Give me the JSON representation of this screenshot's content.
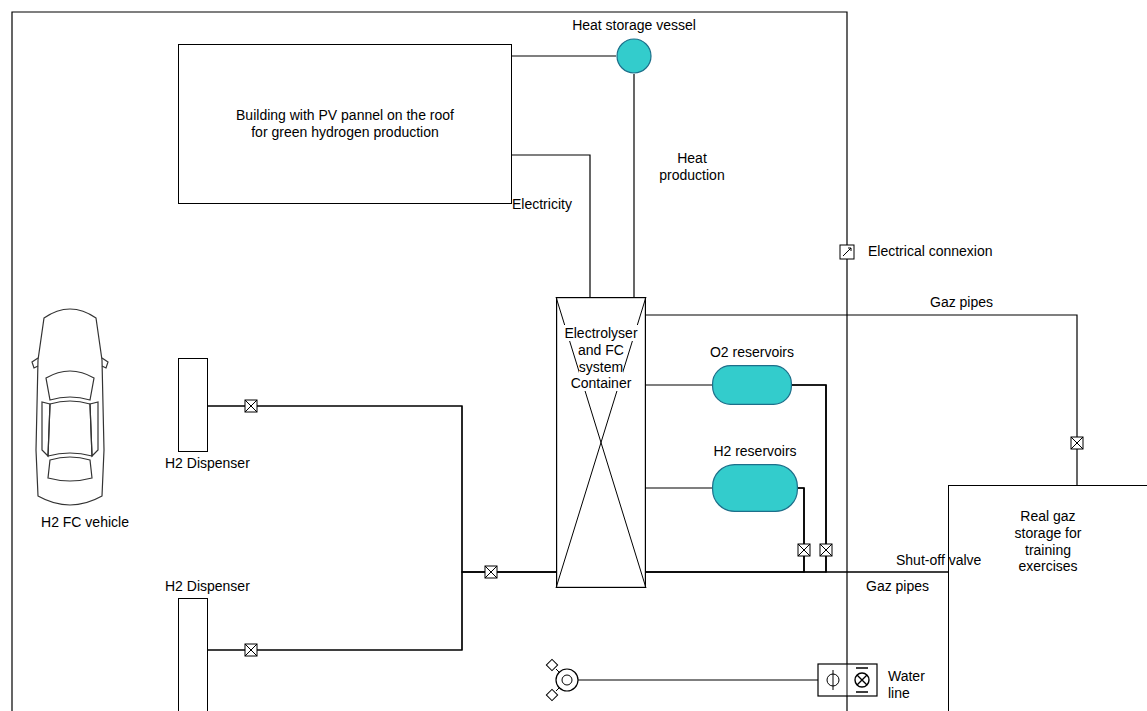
{
  "diagram": {
    "nodes": [
      {
        "text": [
          "Building with PV pannel on the roof for green hydrogen production"
        ]
      },
      {
        "text": [
          "Heat storage vessel"
        ]
      },
      {
        "text": [
          "Electrolyser and FC system Container"
        ]
      },
      {
        "text": [
          "O2 reservoirs"
        ]
      },
      {
        "text": [
          "H2 reservoirs"
        ]
      },
      {
        "text": [
          "H2 Dispenser"
        ]
      },
      {
        "text": [
          "H2 Dispenser"
        ]
      },
      {
        "text": [
          "H2 FC vehicle"
        ]
      },
      {
        "text": [
          "Real gaz storage for training exercises"
        ]
      }
    ],
    "edges": [
      {
        "from": 0,
        "to": 1,
        "arrow": "none"
      },
      {
        "from": 1,
        "to": 2,
        "label": "Heat production",
        "arrow": "none"
      },
      {
        "from": 0,
        "to": 2,
        "label": "Electricity",
        "arrow": "none"
      },
      {
        "from": 2,
        "to": 8,
        "label": "Gaz pipes",
        "arrow": "none"
      },
      {
        "from": 2,
        "to": 3,
        "arrow": "none"
      },
      {
        "from": 2,
        "to": 4,
        "arrow": "none"
      },
      {
        "from": 4,
        "to": 5,
        "arrow": "none"
      },
      {
        "from": 4,
        "to": 6,
        "arrow": "none"
      },
      {
        "from": 4,
        "to": 8,
        "arrow": "none"
      },
      {
        "from": 3,
        "to": 5,
        "arrow": "none"
      },
      {
        "from": 3,
        "to": 6,
        "arrow": "none"
      },
      {
        "from": 3,
        "to": 8,
        "arrow": "none"
      }
    ],
    "labels": [
      "Electrical connexion",
      "Shut-off valve",
      "Gaz pipes",
      "Water line"
    ]
  }
}
